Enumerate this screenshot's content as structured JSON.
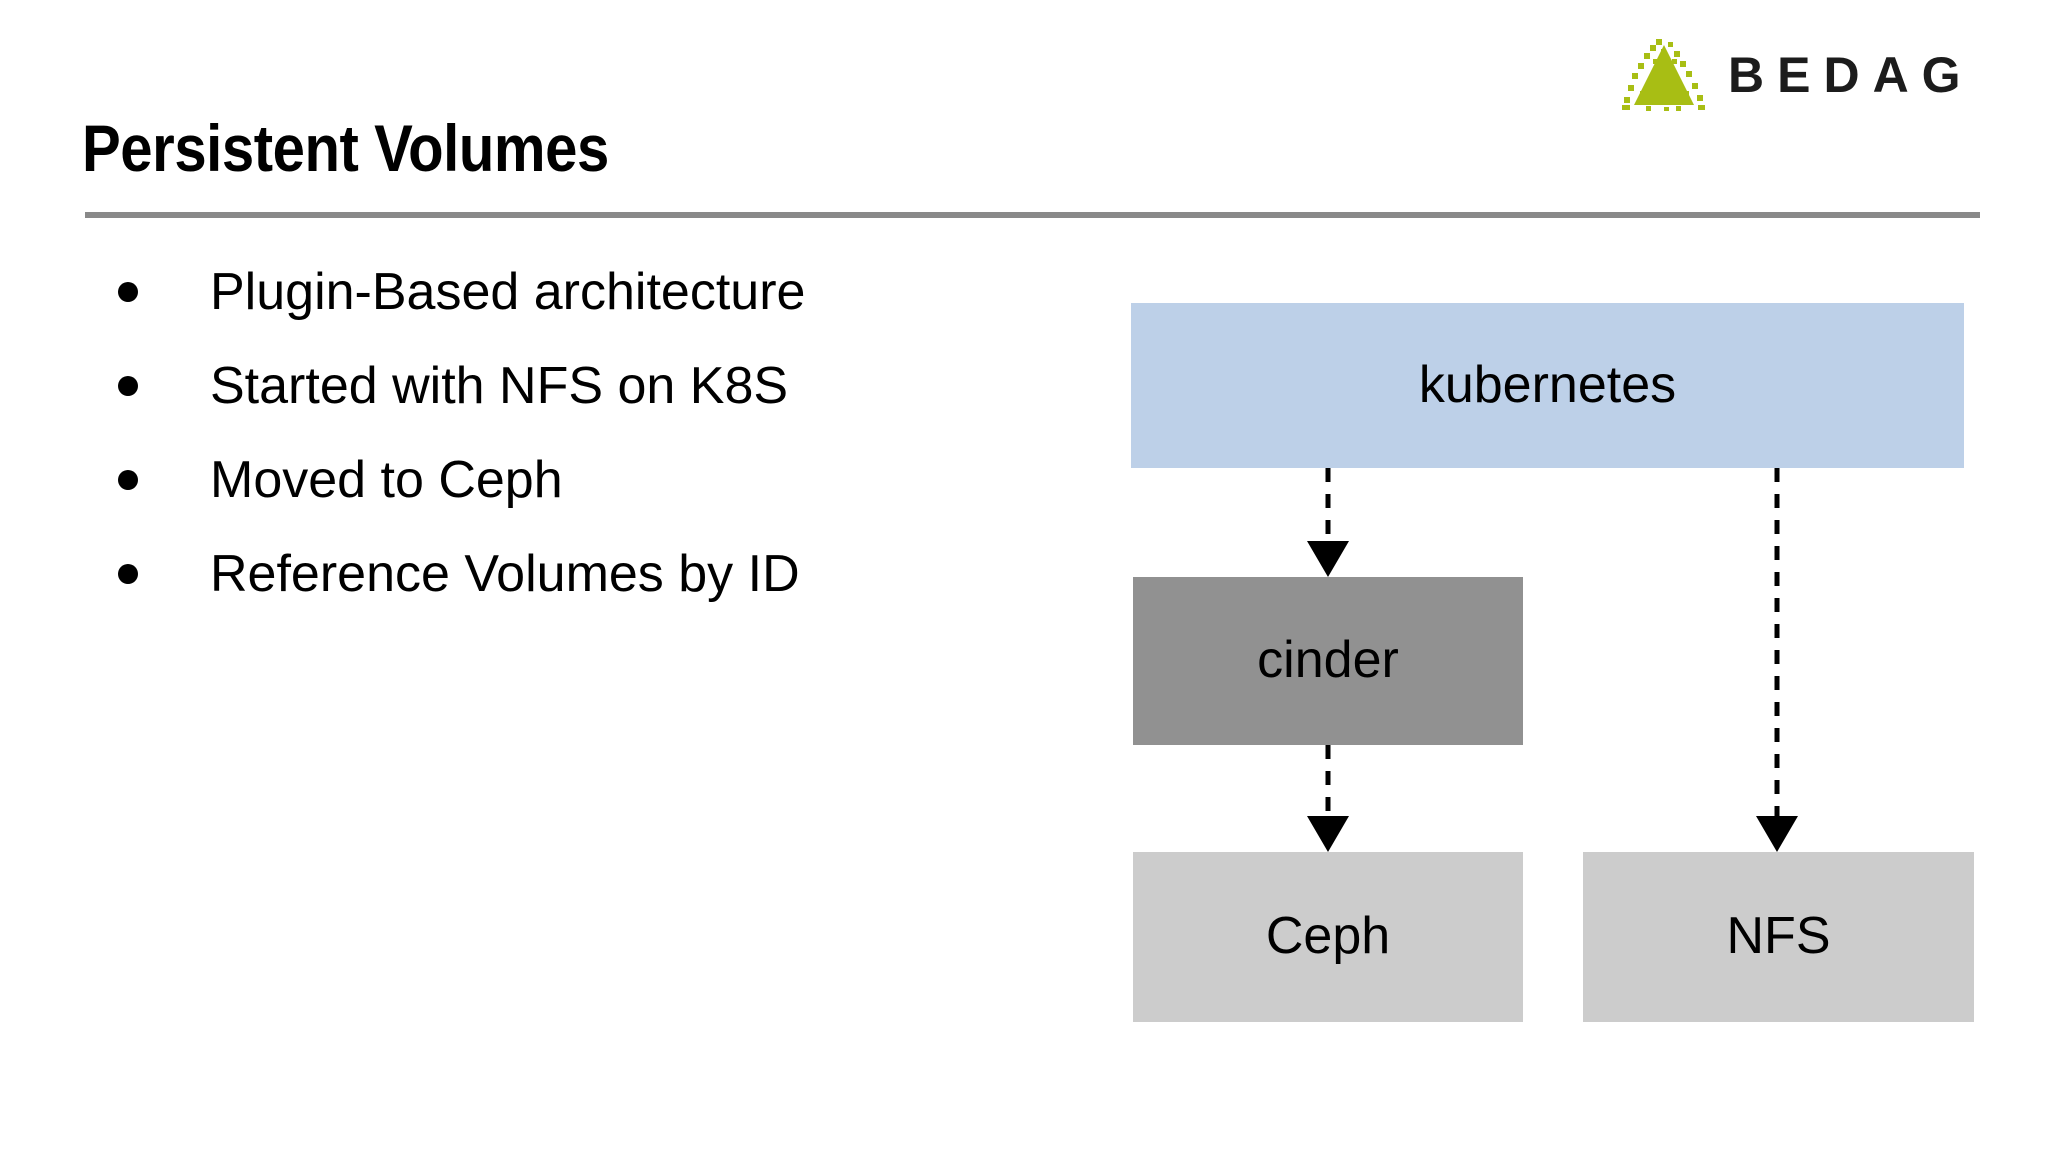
{
  "slide": {
    "title": "Persistent Volumes",
    "background_color": "#FFFFFF",
    "rule_color": "#898989"
  },
  "logo": {
    "wordmark": "BEDAG",
    "mark_icon": "bedag-triangle-icon",
    "mark_color": "#A8BE14",
    "word_color": "#1C1C1C"
  },
  "bullets": {
    "marker": "●",
    "items": [
      {
        "text": "Plugin-Based architecture"
      },
      {
        "text": "Started with NFS on K8S"
      },
      {
        "text": "Moved to Ceph"
      },
      {
        "text": "Reference Volumes by ID"
      }
    ]
  },
  "diagram": {
    "type": "flow",
    "nodes": [
      {
        "id": "kubernetes",
        "label": "kubernetes",
        "fill": "#BDD0E8"
      },
      {
        "id": "cinder",
        "label": "cinder",
        "fill": "#919191"
      },
      {
        "id": "ceph",
        "label": "Ceph",
        "fill": "#CCCCCC"
      },
      {
        "id": "nfs",
        "label": "NFS",
        "fill": "#CCCCCC"
      }
    ],
    "edges": [
      {
        "from": "kubernetes",
        "to": "cinder",
        "style": "dashed",
        "arrow": "filled-triangle"
      },
      {
        "from": "cinder",
        "to": "ceph",
        "style": "dashed",
        "arrow": "filled-triangle"
      },
      {
        "from": "kubernetes",
        "to": "nfs",
        "style": "dashed",
        "arrow": "filled-triangle"
      }
    ],
    "edge_color": "#000000"
  }
}
